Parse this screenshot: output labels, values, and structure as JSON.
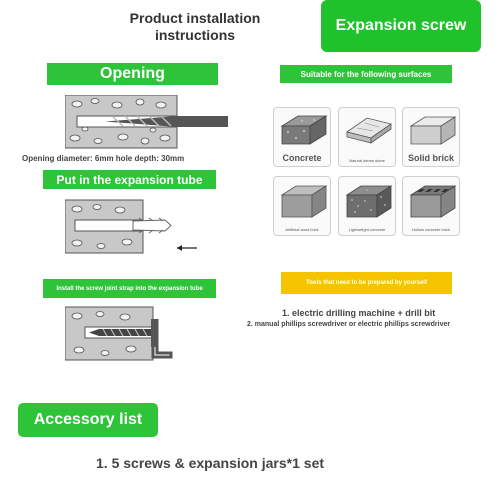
{
  "header": {
    "title_line1": "Product installation",
    "title_line2": "instructions",
    "brand": "Expansion screw"
  },
  "steps": {
    "opening": {
      "label": "Opening",
      "caption": "Opening diameter: 6mm hole depth: 30mm"
    },
    "tube": {
      "label": "Put in the expansion tube"
    },
    "screw": {
      "label": "Install the screw joint strap into the expansion tube"
    }
  },
  "surfaces": {
    "heading": "Suitable for the following surfaces",
    "items": [
      {
        "label": "Concrete",
        "icon": "concrete-block-icon"
      },
      {
        "label": "Natural dense stone",
        "icon": "stone-slab-icon"
      },
      {
        "label": "Solid brick",
        "icon": "solid-brick-icon"
      },
      {
        "label": "Artificial sand brick",
        "icon": "sand-brick-icon"
      },
      {
        "label": "Lightweight concrete",
        "icon": "lightweight-concrete-icon"
      },
      {
        "label": "Hollow concrete brick",
        "icon": "hollow-brick-icon"
      }
    ]
  },
  "tools": {
    "heading": "Tools that need to be prepared by yourself",
    "items": [
      "1. electric drilling machine + drill bit",
      "2. manual phillips screwdriver or electric phillips screwdriver"
    ]
  },
  "accessories": {
    "heading": "Accessory list",
    "items": [
      "1. 5 screws & expansion jars*1 set"
    ]
  },
  "colors": {
    "green": "#2fc33a",
    "brand_green": "#1fc22a",
    "yellow": "#f5c400",
    "wall_gray": "#c8c8c8"
  }
}
